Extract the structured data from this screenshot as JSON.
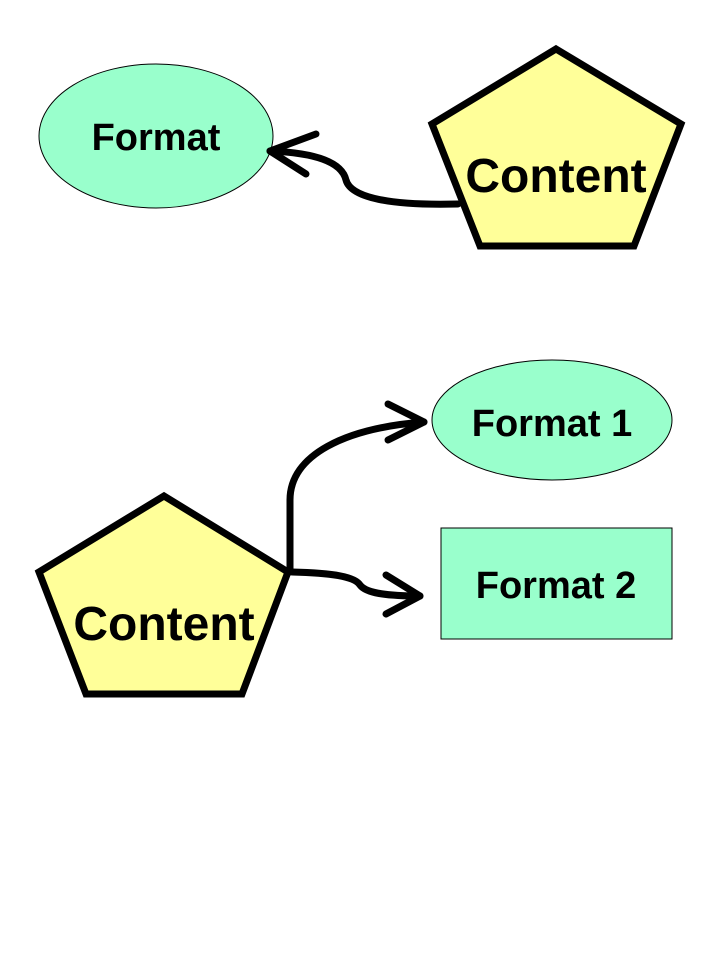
{
  "colors": {
    "content_fill": "#FFFF99",
    "format_fill": "#99FFCC",
    "content_stroke": "#000000",
    "format_stroke": "#000000",
    "connector": "#000000"
  },
  "diagram_top": {
    "format_label": "Format",
    "content_label": "Content"
  },
  "diagram_bottom": {
    "format1_label": "Format 1",
    "format2_label": "Format 2",
    "content_label": "Content"
  }
}
